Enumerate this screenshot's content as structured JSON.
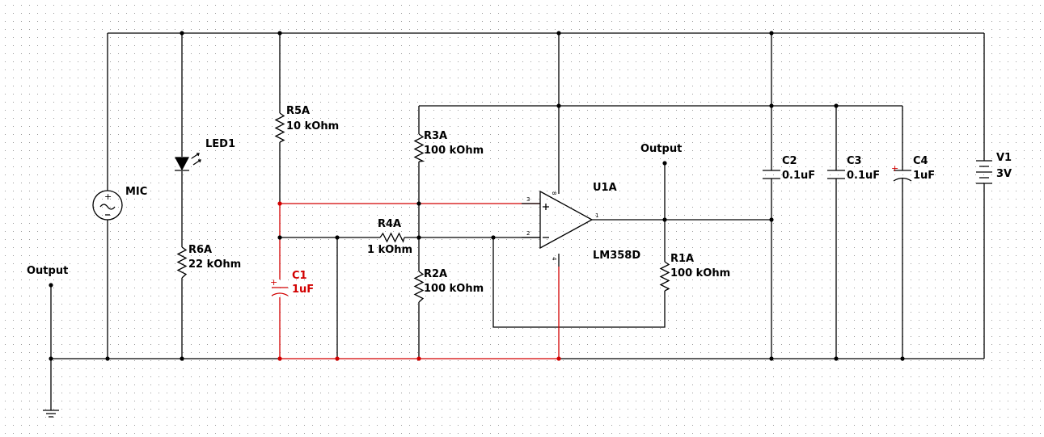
{
  "colors": {
    "wire": "#000000",
    "highlight": "#d20000",
    "grid_dot": "#9a9a9a",
    "background": "#ffffff"
  },
  "mic": {
    "ref": "MIC"
  },
  "led": {
    "ref": "LED1"
  },
  "r5": {
    "ref": "R5A",
    "value": "10 kOhm"
  },
  "r6": {
    "ref": "R6A",
    "value": "22 kOhm"
  },
  "r3": {
    "ref": "R3A",
    "value": "100 kOhm"
  },
  "r4": {
    "ref": "R4A",
    "value": "1 kOhm"
  },
  "r2": {
    "ref": "R2A",
    "value": "100 kOhm"
  },
  "r1": {
    "ref": "R1A",
    "value": "100 kOhm"
  },
  "c1": {
    "ref": "C1",
    "value": "1uF"
  },
  "c2": {
    "ref": "C2",
    "value": "0.1uF"
  },
  "c3": {
    "ref": "C3",
    "value": "0.1uF"
  },
  "c4": {
    "ref": "C4",
    "value": "1uF"
  },
  "v1": {
    "ref": "V1",
    "value": "3V"
  },
  "opamp": {
    "ref": "U1A",
    "part": "LM358D",
    "pin_noninv": "3",
    "pin_inv": "2",
    "pin_out": "1",
    "pin_vcc": "8",
    "pin_gnd": "4"
  },
  "output_left": {
    "label": "Output"
  },
  "output_right": {
    "label": "Output"
  },
  "icons": [
    "ground-icon",
    "ac-source-icon",
    "led-icon",
    "resistor-icon",
    "capacitor-icon",
    "polarized-capacitor-icon",
    "battery-icon",
    "opamp-icon",
    "probe-terminal-icon"
  ]
}
